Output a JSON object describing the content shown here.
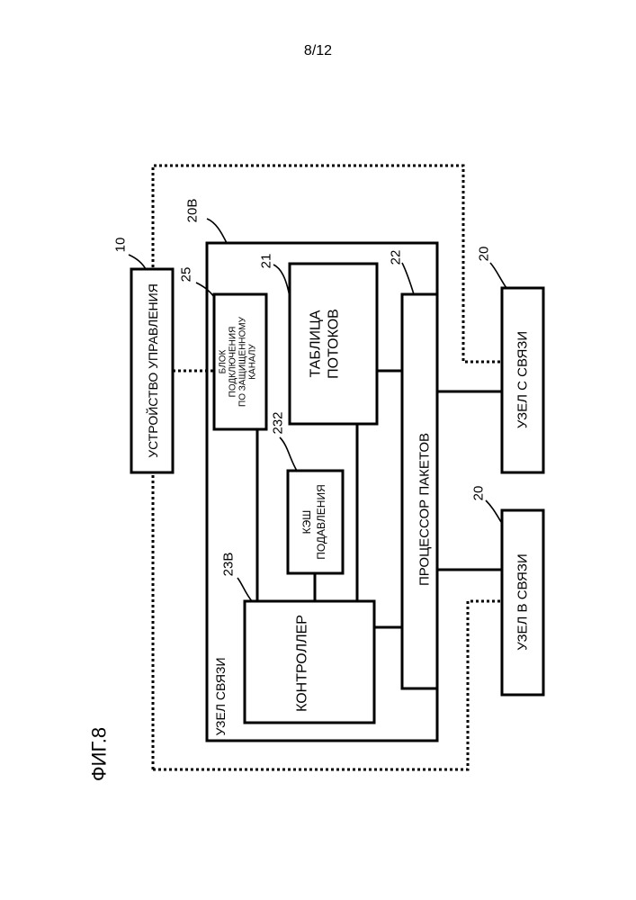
{
  "page_number": "8/12",
  "figure_label": "ФИГ.8",
  "blocks": {
    "control_device": "УСТРОЙСТВО УПРАВЛЕНИЯ",
    "node_outer": "УЗЕЛ СВЯЗИ",
    "secure_channel": [
      "БЛОК",
      "ПОДКЛЮЧЕНИЯ",
      "ПО ЗАЩИЩЕННОМУ",
      "КАНАЛУ"
    ],
    "flow_table": [
      "ТАБЛИЦА",
      "ПОТОКОВ"
    ],
    "suppression_cache": [
      "КЭШ",
      "ПОДАВЛЕНИЯ"
    ],
    "controller": "КОНТРОЛЛЕР",
    "packet_processor": "ПРОЦЕССОР ПАКЕТОВ",
    "node_c": "УЗЕЛ С СВЯЗИ",
    "node_b": "УЗЕЛ В СВЯЗИ"
  },
  "refs": {
    "control_device": "10",
    "node_outer": "20B",
    "secure_channel": "25",
    "flow_table": "21",
    "packet_processor": "22",
    "suppression_cache": "232",
    "controller": "23B",
    "node_c": "20",
    "node_b": "20"
  }
}
